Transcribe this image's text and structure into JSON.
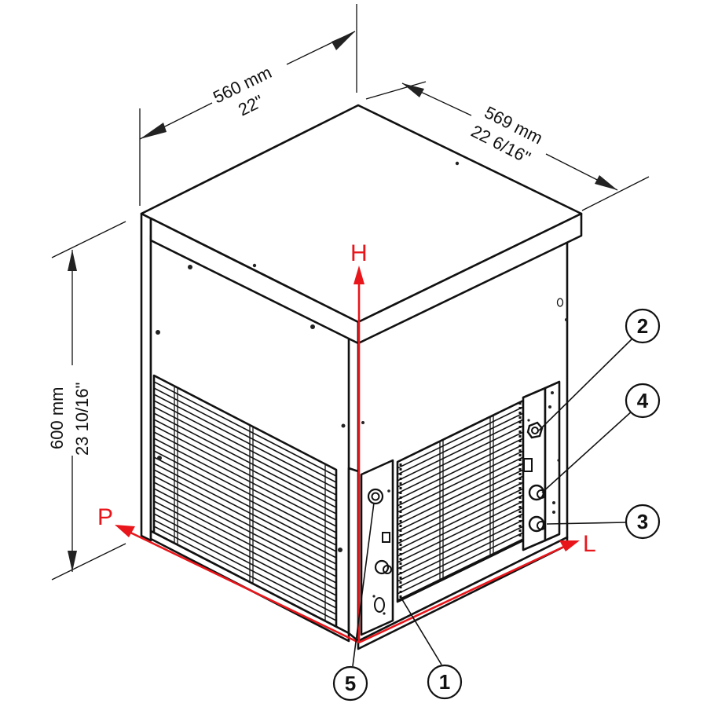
{
  "diagram": {
    "type": "isometric-dimension-drawing",
    "subject": "cube-shaped unit with ventilation grilles and rear connections",
    "colors": {
      "line": "#111111",
      "axis_accent": "#e8161b",
      "background": "#ffffff"
    }
  },
  "dimensions": {
    "width": {
      "metric": "560 mm",
      "imperial": "22\""
    },
    "depth": {
      "metric": "569 mm",
      "imperial": "22 6/16\""
    },
    "height": {
      "metric": "600 mm",
      "imperial": "23 10/16\""
    }
  },
  "axes": {
    "height_axis": "H",
    "left_axis": "P",
    "right_axis": "L"
  },
  "callouts": [
    {
      "number": "1",
      "target": "condenser grille (right side)"
    },
    {
      "number": "2",
      "target": "upper rear connection"
    },
    {
      "number": "3",
      "target": "lower rear connection"
    },
    {
      "number": "4",
      "target": "middle rear connection"
    },
    {
      "number": "5",
      "target": "connection on front-corner panel"
    }
  ]
}
